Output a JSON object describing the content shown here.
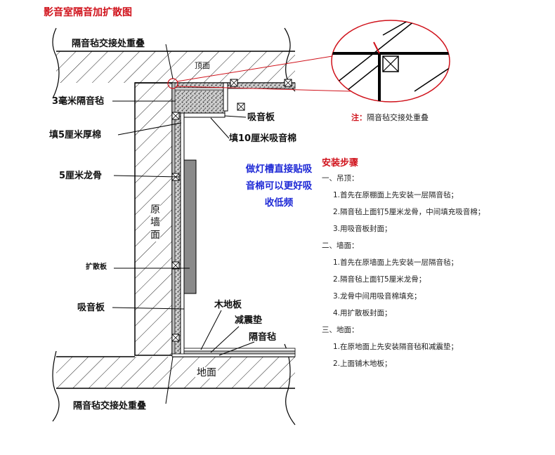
{
  "title": "影音室隔音加扩散图",
  "labels": {
    "overlap_top": "隔音毡交接处重叠",
    "ceiling": "顶面",
    "felt_3mm": "3毫米隔音毡",
    "fill_5cm": "填5厘米厚棉",
    "keel_5cm": "5厘米龙骨",
    "wall_original": "原墙面",
    "absorb_panel_right": "吸音板",
    "fill_10cm": "填10厘米吸音棉",
    "diffuser": "扩散板",
    "absorb_panel_left": "吸音板",
    "wood_floor": "木地板",
    "damping_pad": "减震垫",
    "felt_floor": "隔音毡",
    "floor": "地面",
    "overlap_bottom": "隔音毡交接处重叠"
  },
  "blue_note": [
    "做灯槽直接贴吸",
    "音棉可以更好吸",
    "收低频"
  ],
  "detail_note": {
    "prefix": "注：",
    "text": "隔音毡交接处重叠"
  },
  "steps": {
    "heading": "安装步骤",
    "sections": [
      {
        "title": "一、吊顶：",
        "items": [
          "1.首先在原棚面上先安装一层隔音毡；",
          "2.隔音毡上面钉5厘米龙骨，中间填充吸音棉；",
          "3.用吸音板封面；"
        ]
      },
      {
        "title": "二、墙面：",
        "items": [
          "1.首先在原墙面上先安装一层隔音毡；",
          "2.隔音毡上面钉5厘米龙骨；",
          "3.龙骨中间用吸音棉填充；",
          "4.用扩散板封面；"
        ]
      },
      {
        "title": "三、地面：",
        "items": [
          "1.在原地面上先安装隔音毡和减震垫；",
          "2.上面铺木地板；"
        ]
      }
    ]
  },
  "colors": {
    "accent_red": "#d0121b",
    "note_blue": "#1f2ad6"
  }
}
